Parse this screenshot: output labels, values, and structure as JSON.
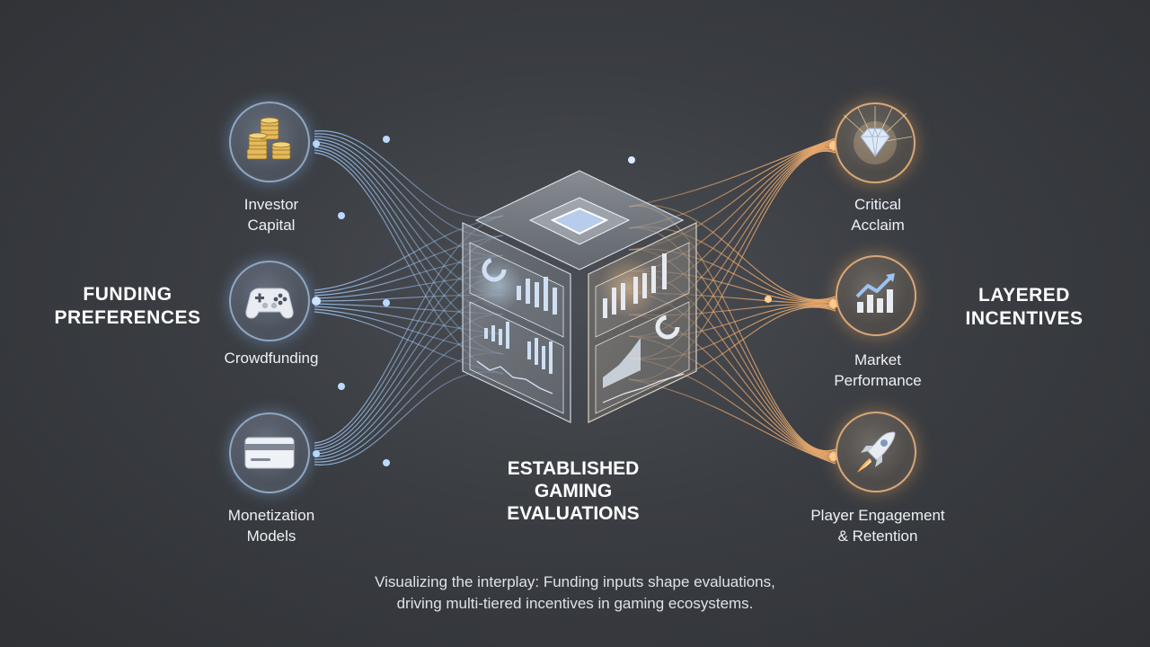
{
  "funding_preferences": {
    "title_lines": [
      "FUNDING",
      "PREFERENCES"
    ],
    "items": [
      {
        "label_lines": [
          "Investor",
          "Capital"
        ],
        "icon": "coins-icon"
      },
      {
        "label_lines": [
          "Crowdfunding"
        ],
        "icon": "gamepad-icon"
      },
      {
        "label_lines": [
          "Monetization",
          "Models"
        ],
        "icon": "credit-card-icon"
      }
    ]
  },
  "evaluations": {
    "title_lines": [
      "ESTABLISHED",
      "GAMING",
      "EVALUATIONS"
    ],
    "icon": "analytics-cube-icon"
  },
  "layered_incentives": {
    "title_lines": [
      "LAYERED",
      "INCENTIVES"
    ],
    "items": [
      {
        "label_lines": [
          "Critical",
          "Acclaim"
        ],
        "icon": "diamond-icon"
      },
      {
        "label_lines": [
          "Market",
          "Performance"
        ],
        "icon": "growth-chart-icon"
      },
      {
        "label_lines": [
          "Player Engagement",
          "& Retention"
        ],
        "icon": "rocket-icon"
      }
    ]
  },
  "caption_lines": [
    "Visualizing the interplay: Funding inputs shape evaluations,",
    "driving multi-tiered incentives in gaming ecosystems."
  ],
  "colors": {
    "background": "#3a3d42",
    "funding_flow": "#8fb6e8",
    "incentive_flow": "#f0a868",
    "text": "#eef1f4"
  }
}
